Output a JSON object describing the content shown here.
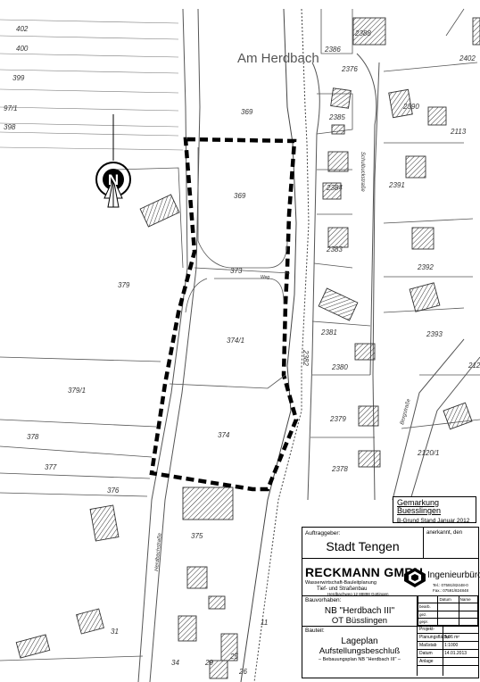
{
  "map": {
    "street_label": "Am Herdbach",
    "street_vertical_right": "Schulbuckstraße",
    "street_vertical_left": "Herdbachstraße",
    "street_bottom_right": "Bergstraße",
    "street_small": "Weg",
    "parcel_labels": [
      {
        "id": "p402",
        "text": "402"
      },
      {
        "id": "p400",
        "text": "400"
      },
      {
        "id": "p399",
        "text": "399"
      },
      {
        "id": "p397_1",
        "text": "97/1"
      },
      {
        "id": "p398",
        "text": "398"
      },
      {
        "id": "p369a",
        "text": "369"
      },
      {
        "id": "p369b",
        "text": "369"
      },
      {
        "id": "p373",
        "text": "373"
      },
      {
        "id": "p379",
        "text": "379"
      },
      {
        "id": "p379_1",
        "text": "379/1"
      },
      {
        "id": "p374_1",
        "text": "374/1"
      },
      {
        "id": "p374",
        "text": "374"
      },
      {
        "id": "p378",
        "text": "378"
      },
      {
        "id": "p377",
        "text": "377"
      },
      {
        "id": "p376",
        "text": "376"
      },
      {
        "id": "p375",
        "text": "375"
      },
      {
        "id": "p31",
        "text": "31"
      },
      {
        "id": "p34",
        "text": "34"
      },
      {
        "id": "p29",
        "text": "29"
      },
      {
        "id": "p25",
        "text": "25"
      },
      {
        "id": "p26",
        "text": "26"
      },
      {
        "id": "p11",
        "text": "11"
      },
      {
        "id": "p2386",
        "text": "2386"
      },
      {
        "id": "p2388",
        "text": "2388"
      },
      {
        "id": "p2376",
        "text": "2376"
      },
      {
        "id": "p2385",
        "text": "2385"
      },
      {
        "id": "p2384",
        "text": "2384"
      },
      {
        "id": "p2383",
        "text": "2383"
      },
      {
        "id": "p2381",
        "text": "2381"
      },
      {
        "id": "p2380",
        "text": "2380"
      },
      {
        "id": "p2382",
        "text": "2382"
      },
      {
        "id": "p2379",
        "text": "2379"
      },
      {
        "id": "p2378",
        "text": "2378"
      },
      {
        "id": "p2390",
        "text": "2390"
      },
      {
        "id": "p2391",
        "text": "2391"
      },
      {
        "id": "p2392",
        "text": "2392"
      },
      {
        "id": "p2393",
        "text": "2393"
      },
      {
        "id": "p2113",
        "text": "2113"
      },
      {
        "id": "p2402",
        "text": "2402"
      },
      {
        "id": "p2120_1",
        "text": "2120/1"
      },
      {
        "id": "p212",
        "text": "212"
      }
    ],
    "north_letter": "N"
  },
  "gemarkung": {
    "title": "Gemarkung Buesslingen",
    "grund": "B-Grund Stand Januar 2012"
  },
  "title_block": {
    "client_caption": "Auftraggeber:",
    "client_name": "Stadt Tengen",
    "sign_caption": "anerkannt, den",
    "firm_name": "RECKMANN GMBH",
    "firm_line1": "Wasserwirtschaft-Bauleitplanung",
    "firm_line2": "Tief- und Straßenbau",
    "firm_line3": "Herdbachweg 12   88898 Gottingen",
    "firm_brand": "Ingenieurbüro",
    "firm_tel": "Tel.: 07591/82448-0",
    "firm_fax": "Fax.: 07591/824848",
    "project_caption": "Bauvorhaben:",
    "project_line1": "NB \"Herdbach III\"",
    "project_line2": "OT Büsslingen",
    "grid_headers": [
      "",
      "Datum",
      "Name"
    ],
    "grid_rows": [
      "bearb.",
      "gez.",
      "gepr."
    ],
    "bau_caption": "Bauteil:",
    "bau_line1": "Lageplan",
    "bau_line2": "Aufstellungsbeschluß",
    "bau_line3": "– Bebauungsplan NB \"Herdbach III\" –",
    "meta": [
      {
        "key": "Projekt-",
        "value": ""
      },
      {
        "key": "Planungsfläche",
        "value": "5,06  m²"
      },
      {
        "key": "Maßstab",
        "value": "1:1000"
      },
      {
        "key": "Datum",
        "value": "14.01.2013"
      },
      {
        "key": "Anlage",
        "value": ""
      }
    ]
  }
}
